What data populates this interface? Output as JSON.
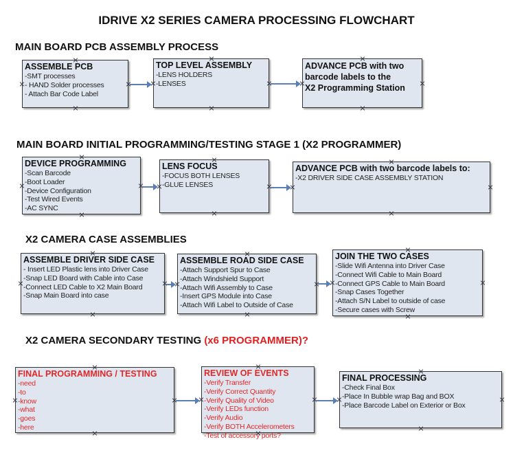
{
  "title": "IDRIVE X2  SERIES CAMERA PROCESSING FLOWCHART",
  "colors": {
    "box_fill": "#dfe6f0",
    "arrow": "#5b7fb5",
    "highlight": "#e02020"
  },
  "sections": [
    {
      "heading": "MAIN BOARD PCB ASSEMBLY PROCESS",
      "boxes": [
        {
          "title": "ASSEMBLE PCB",
          "lines": [
            " -SMT processes",
            "- HAND Solder processes",
            "- Attach Bar Code Label"
          ]
        },
        {
          "title": "TOP LEVEL ASSEMBLY",
          "lines": [
            "-LENS HOLDERS",
            "-LENSES"
          ]
        },
        {
          "title": "ADVANCE PCB with two barcode labels to the",
          "title2": " X2 Programming Station",
          "lines": []
        }
      ]
    },
    {
      "heading": "MAIN BOARD INITIAL PROGRAMMING/TESTING STAGE 1 (X2 PROGRAMMER)",
      "boxes": [
        {
          "title": "DEVICE PROGRAMMING",
          "lines": [
            "-Scan Barcode",
            "-Boot Loader",
            "-Device Configuration",
            "-Test Wired Events",
            "-AC SYNC"
          ]
        },
        {
          "title": "LENS FOCUS",
          "lines": [
            "-FOCUS BOTH LENSES",
            "-GLUE LENSES"
          ]
        },
        {
          "title": "ADVANCE PCB with two barcode labels to:",
          "lines": [
            "-X2 DRIVER  SIDE  CASE  ASSEMBLY STATION"
          ]
        }
      ]
    },
    {
      "heading": "X2 CAMERA CASE ASSEMBLIES",
      "boxes": [
        {
          "title": "ASSEMBLE DRIVER SIDE CASE",
          "lines": [
            "- Insert LED Plastic lens into Driver Case",
            "-Snap LED Board with Cable into Case",
            "-Connect LED Cable to X2 Main Board",
            "-Snap Main Board into case"
          ]
        },
        {
          "title": "ASSEMBLE ROAD SIDE CASE",
          "lines": [
            "-Attach Support Spur to Case",
            "-Attach Windshield Support",
            "-Attach Wifi Assembly to Case",
            "-Insert GPS Module into Case",
            "-Attach Wifi Label to Outside of Case"
          ]
        },
        {
          "title": "JOIN THE TWO CASES",
          "lines": [
            "-Slide Wifi Antenna into Driver Case",
            "-Connect Wifi Cable to Main Board",
            "-Connect GPS Cable to Main Board",
            "-Snap Cases Together",
            "-Attach S/N Label to outside of case",
            "-Secure cases with Screw"
          ]
        }
      ]
    },
    {
      "heading": "X2 CAMERA SECONDARY TESTING  ",
      "heading_red": "(x6 PROGRAMMER)?",
      "boxes": [
        {
          "title": "FINAL PROGRAMMING / TESTING",
          "lines": [
            "-need",
            "-to",
            "-know",
            "-what",
            "-goes",
            "-here"
          ]
        },
        {
          "title": "REVIEW OF EVENTS",
          "lines": [
            "-Verify Transfer",
            "-Verify Correct Quantity",
            "-Verify Quality of Video",
            "-Verify LEDs function",
            "-Verify Audio",
            "-Verify BOTH Accelerometers",
            "-Test of accessory ports?"
          ]
        },
        {
          "title": "FINAL PROCESSING",
          "lines": [
            " -Check Final Box",
            "-Place In Bubble wrap Bag and BOX",
            "-Place Barcode Label on Exterior or Box"
          ]
        }
      ]
    }
  ]
}
